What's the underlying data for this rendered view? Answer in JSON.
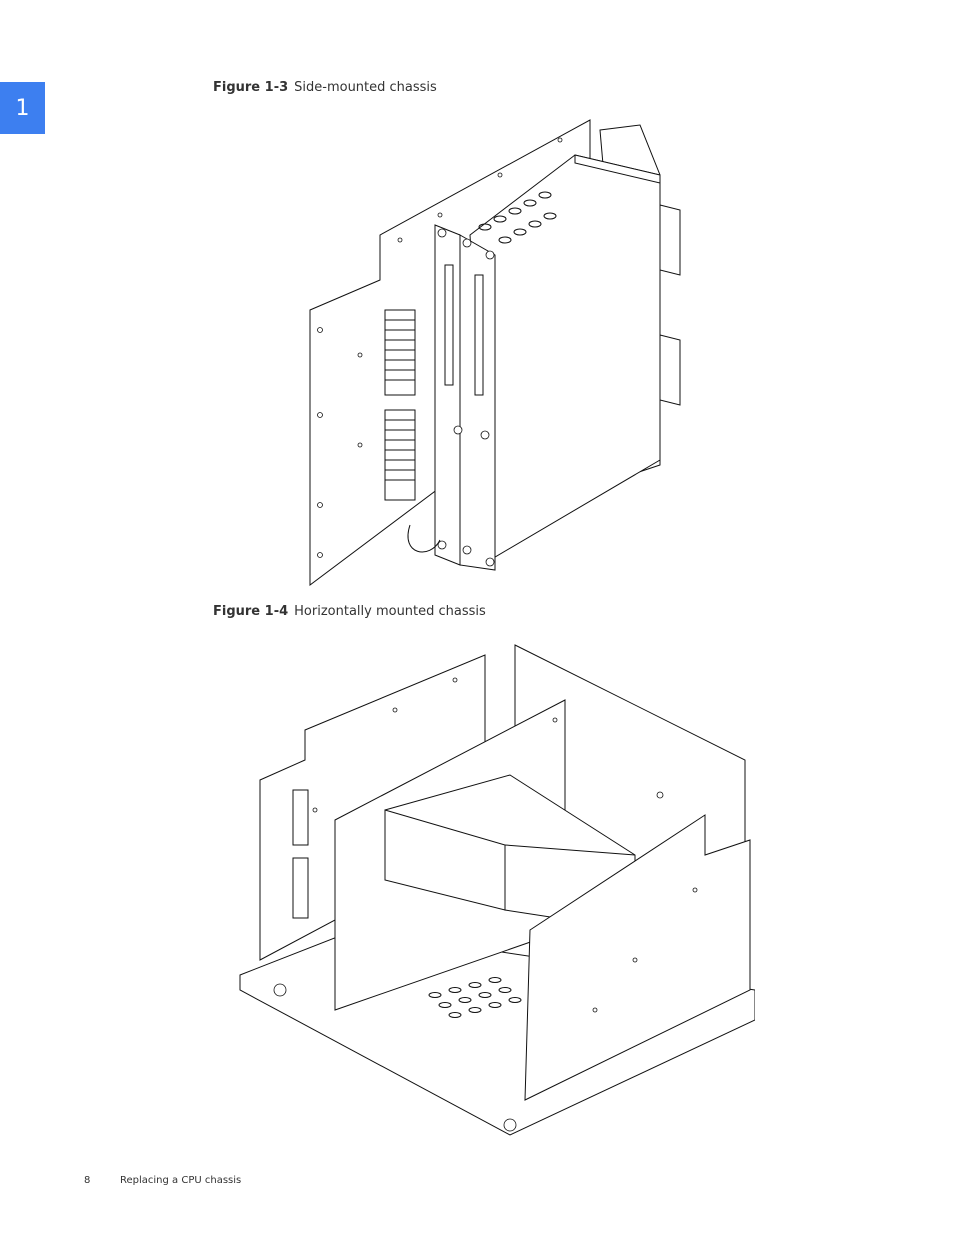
{
  "chapter_tab": "1",
  "figures": [
    {
      "label": "Figure 1-3",
      "title": "Side-mounted chassis"
    },
    {
      "label": "Figure 1-4",
      "title": "Horizontally mounted chassis"
    }
  ],
  "footer": {
    "page_number": "8",
    "section_title": "Replacing a CPU chassis"
  },
  "colors": {
    "tab": "#3d7ff0"
  }
}
